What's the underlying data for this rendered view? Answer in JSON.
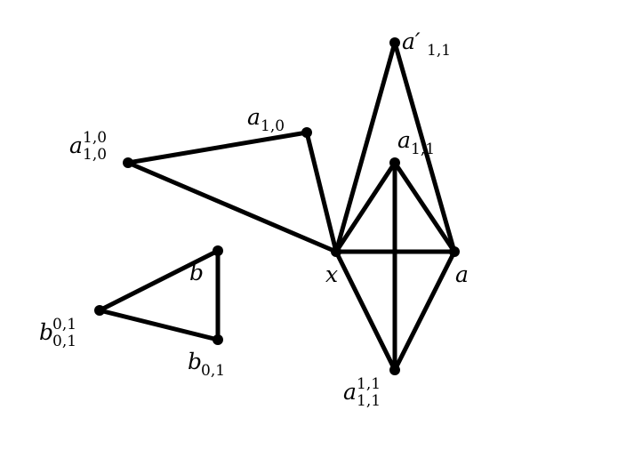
{
  "diagram": {
    "stroke_color": "#000000",
    "nodes": [
      {
        "id": "a11p",
        "base": "a′",
        "sub": "1,1",
        "sup": ""
      },
      {
        "id": "a10",
        "base": "a",
        "sub": "1,0",
        "sup": ""
      },
      {
        "id": "a10_10",
        "base": "a",
        "sub": "1,0",
        "sup": "1,0"
      },
      {
        "id": "a11",
        "base": "a",
        "sub": "1,1",
        "sup": ""
      },
      {
        "id": "x",
        "base": "x",
        "sub": "",
        "sup": ""
      },
      {
        "id": "a",
        "base": "a",
        "sub": "",
        "sup": ""
      },
      {
        "id": "b",
        "base": "b",
        "sub": "",
        "sup": ""
      },
      {
        "id": "b01_01",
        "base": "b",
        "sub": "0,1",
        "sup": "0,1"
      },
      {
        "id": "b01",
        "base": "b",
        "sub": "0,1",
        "sup": ""
      },
      {
        "id": "a11_11",
        "base": "a",
        "sub": "1,1",
        "sup": "1,1"
      }
    ],
    "edges": [
      [
        "a10_10",
        "a10"
      ],
      [
        "a10_10",
        "x"
      ],
      [
        "a10",
        "x"
      ],
      [
        "x",
        "a11p"
      ],
      [
        "a11p",
        "a"
      ],
      [
        "x",
        "a11"
      ],
      [
        "a11",
        "a"
      ],
      [
        "x",
        "a"
      ],
      [
        "a11",
        "a11_11"
      ],
      [
        "x",
        "a11_11"
      ],
      [
        "a",
        "a11_11"
      ],
      [
        "b",
        "b01_01"
      ],
      [
        "b",
        "b01"
      ],
      [
        "b01_01",
        "b01"
      ]
    ]
  }
}
